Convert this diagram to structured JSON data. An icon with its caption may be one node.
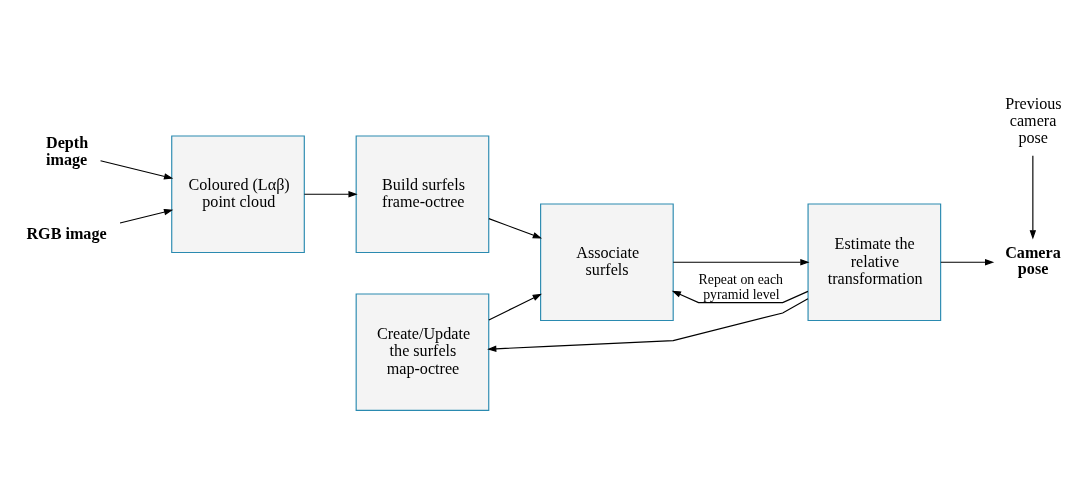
{
  "diagram": {
    "nodes": [
      {
        "text": [
          "Depth image"
        ]
      },
      {
        "text": [
          "RGB image"
        ]
      },
      {
        "text": [
          "Coloured (Lαβ) point cloud"
        ]
      },
      {
        "text": [
          "Build surfels frame-octree"
        ]
      },
      {
        "text": [
          "Associate surfels"
        ]
      },
      {
        "text": [
          "Estimate the relative transformation"
        ]
      },
      {
        "text": [
          "Create/Update the surfels map-octree"
        ]
      },
      {
        "text": [
          "Camera pose"
        ]
      },
      {
        "text": [
          "Previous camera pose"
        ]
      }
    ],
    "edges": [
      {
        "from": 0,
        "to": 2,
        "arrow": "to"
      },
      {
        "from": 1,
        "to": 2,
        "arrow": "to"
      },
      {
        "from": 2,
        "to": 3,
        "arrow": "to"
      },
      {
        "from": 3,
        "to": 4,
        "arrow": "to"
      },
      {
        "from": 4,
        "to": 5,
        "arrow": "to"
      },
      {
        "from": 5,
        "to": 7,
        "arrow": "to"
      },
      {
        "from": 8,
        "to": 7,
        "arrow": "to"
      },
      {
        "from": 5,
        "to": 6,
        "arrow": "to"
      },
      {
        "from": 6,
        "to": 4,
        "arrow": "to"
      },
      {
        "from": 5,
        "to": 4,
        "arrow": "to",
        "label": "Repeat on each pyramid level"
      }
    ]
  }
}
